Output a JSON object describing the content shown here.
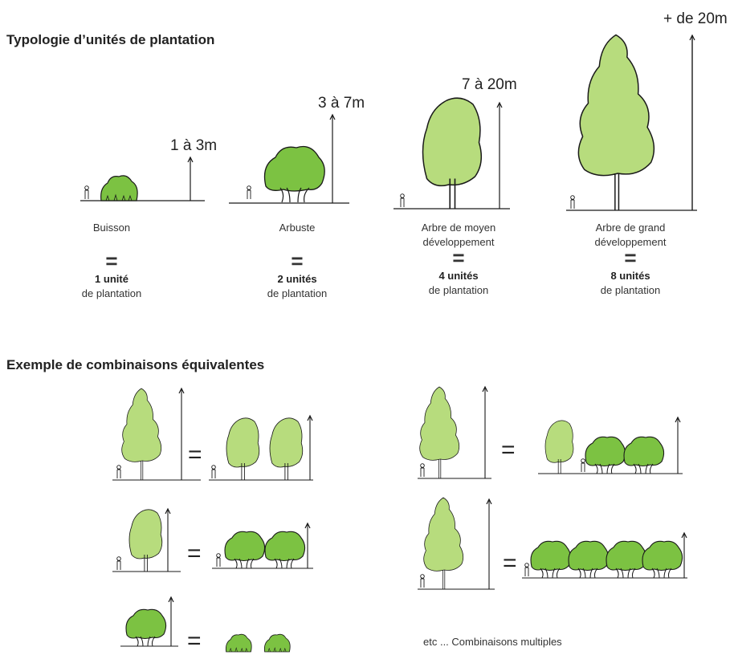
{
  "titles": {
    "typology": "Typologie d’unités de plantation",
    "combinations": "Exemple de combinaisons équivalentes"
  },
  "heights": {
    "buisson": "1 à 3m",
    "arbuste": "3 à 7m",
    "moyen": "7 à 20m",
    "grand": "+ de 20m"
  },
  "types": [
    {
      "name_line1": "Buisson",
      "name_line2": "",
      "equals": "=",
      "units": "1 unité",
      "units_suffix": "de plantation"
    },
    {
      "name_line1": "Arbuste",
      "name_line2": "",
      "equals": "=",
      "units": "2 unités",
      "units_suffix": "de plantation"
    },
    {
      "name_line1": "Arbre de moyen",
      "name_line2": "développement",
      "equals": "=",
      "units": "4 unités",
      "units_suffix": "de plantation"
    },
    {
      "name_line1": "Arbre de grand",
      "name_line2": "développement",
      "equals": "=",
      "units": "8 unités",
      "units_suffix": "de plantation"
    }
  ],
  "combination_equals": "=",
  "footer_note": "etc ... Combinaisons multiples",
  "colors": {
    "foliage_light": "#b7dc7d",
    "foliage_medium": "#a8d86a",
    "foliage_bright": "#7cc242",
    "outline": "#1a1a1a"
  }
}
